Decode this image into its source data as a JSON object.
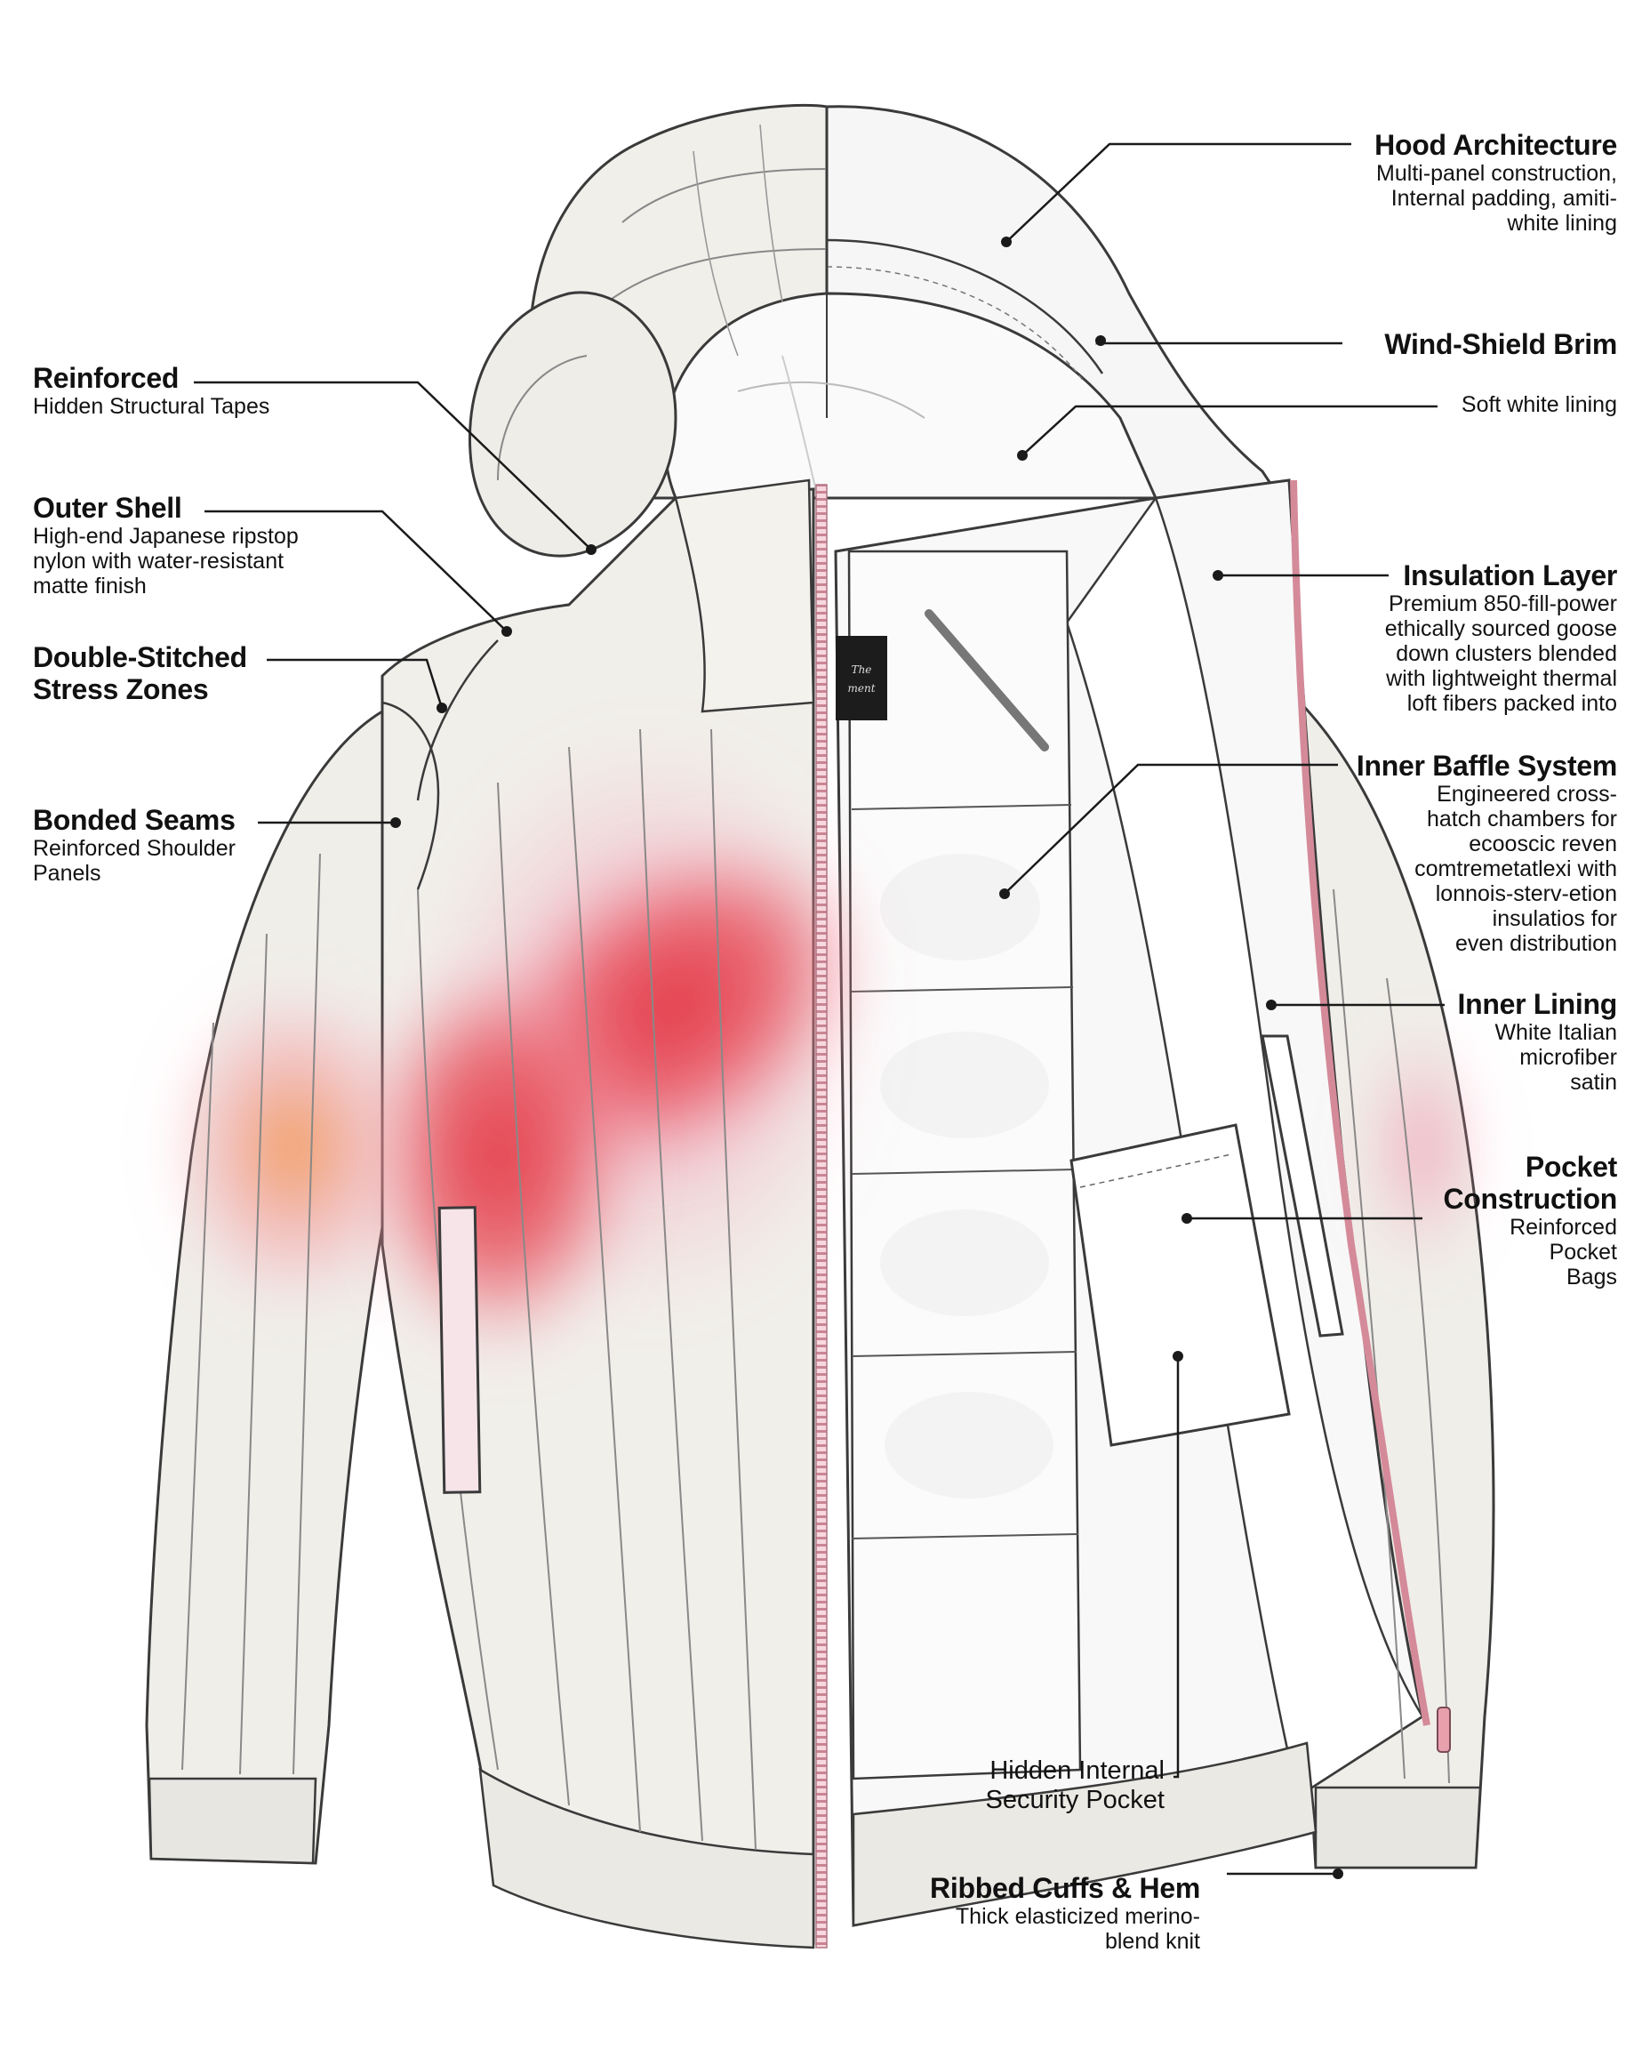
{
  "callouts": {
    "reinforced": {
      "title": "Reinforced",
      "desc": "Hidden Structural Tapes"
    },
    "outer_shell": {
      "title": "Outer Shell",
      "desc": [
        "High-end Japanese ripstop",
        "nylon with water-resistant",
        "matte finish"
      ]
    },
    "double_stitched": {
      "title": [
        "Double-Stitched",
        "Stress Zones"
      ]
    },
    "bonded_seams": {
      "title": "Bonded Seams",
      "desc": [
        "Reinforced Shoulder",
        "Panels"
      ]
    },
    "hood_architecture": {
      "title": "Hood Architecture",
      "desc": [
        "Multi-panel construction,",
        "Internal padding, amiti-",
        "white lining"
      ]
    },
    "wind_shield_brim": {
      "title": "Wind-Shield Brim"
    },
    "soft_lining": {
      "desc": "Soft white lining"
    },
    "insulation_layer": {
      "title": "Insulation Layer",
      "desc": [
        "Premium 850-fill-power",
        "ethically sourced goose",
        "down clusters blended",
        "with lightweight thermal",
        "loft fibers packed into"
      ]
    },
    "inner_baffle_system": {
      "title": "Inner Baffle System",
      "desc": [
        "Engineered cross-",
        "hatch chambers for",
        "ecooscic reven",
        "comtremetatlexi with",
        "lonnois-sterv-etion",
        "insulatios for",
        "even distribution"
      ]
    },
    "inner_lining": {
      "title": "Inner Lining",
      "desc": [
        "White Italian",
        "microfiber",
        "satin"
      ]
    },
    "pocket_construction": {
      "title": [
        "Pocket",
        "Construction"
      ],
      "desc": [
        "Reinforced",
        "Pocket",
        "Bags"
      ]
    },
    "hidden_security_pocket": {
      "desc": [
        "Hidden Internal",
        "Security Pocket"
      ]
    },
    "ribbed_cuffs_hem": {
      "title": "Ribbed Cuffs & Hem",
      "desc": [
        "Thick elasticized merino-",
        "blend knit"
      ]
    }
  },
  "label_tag": [
    "The",
    "ment"
  ],
  "colors": {
    "jacket_shell": "#f1efea",
    "lining": "#fafafa",
    "outline": "#3a3a3a",
    "heat_red": "#e3323f",
    "heat_pink": "#f3a6b8",
    "heat_orange": "#f2903a",
    "zipper_pink": "#e8a0ad",
    "label_dark": "#1c1c1c"
  }
}
